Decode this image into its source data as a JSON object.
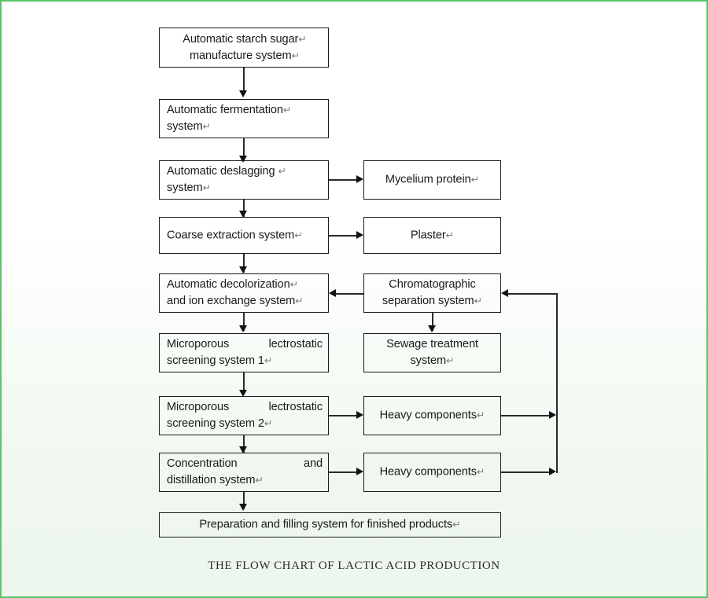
{
  "diagram": {
    "caption": "THE FLOW CHART OF LACTIC ACID PRODUCTION",
    "pilcrow": "↵",
    "border_color": "#5bc46a",
    "box_border_color": "#1b1b1b",
    "connector_color": "#2b2b2b",
    "text_color": "#1a1a1a",
    "nodes": {
      "starch_sugar": {
        "line1": "Automatic starch sugar",
        "line2": "manufacture system"
      },
      "fermentation": {
        "line1": "Automatic fermentation",
        "line2": "system"
      },
      "deslagging": {
        "line1": "Automatic deslagging ",
        "line2": "system"
      },
      "mycelium_protein": {
        "line1": "Mycelium protein"
      },
      "coarse_extraction": {
        "line1": "Coarse extraction system"
      },
      "plaster": {
        "line1": "Plaster"
      },
      "decolorization": {
        "line1": "Automatic decolorization",
        "line2": "and ion exchange system"
      },
      "chromatographic": {
        "line1": "Chromatographic",
        "line2": "separation system"
      },
      "screening1": {
        "line1": "Microporous lectrostatic",
        "line2": "screening system 1"
      },
      "sewage": {
        "line1": "Sewage treatment",
        "line2": "system"
      },
      "screening2": {
        "line1": "Microporous lectrostatic",
        "line2": "screening system 2"
      },
      "heavy_components_1": {
        "line1": "Heavy components"
      },
      "concentration": {
        "line1": "Concentration and",
        "line2": "distillation system"
      },
      "heavy_components_2": {
        "line1": "Heavy components"
      },
      "finished_products": {
        "line1": "Preparation and filling system for finished products"
      }
    }
  }
}
